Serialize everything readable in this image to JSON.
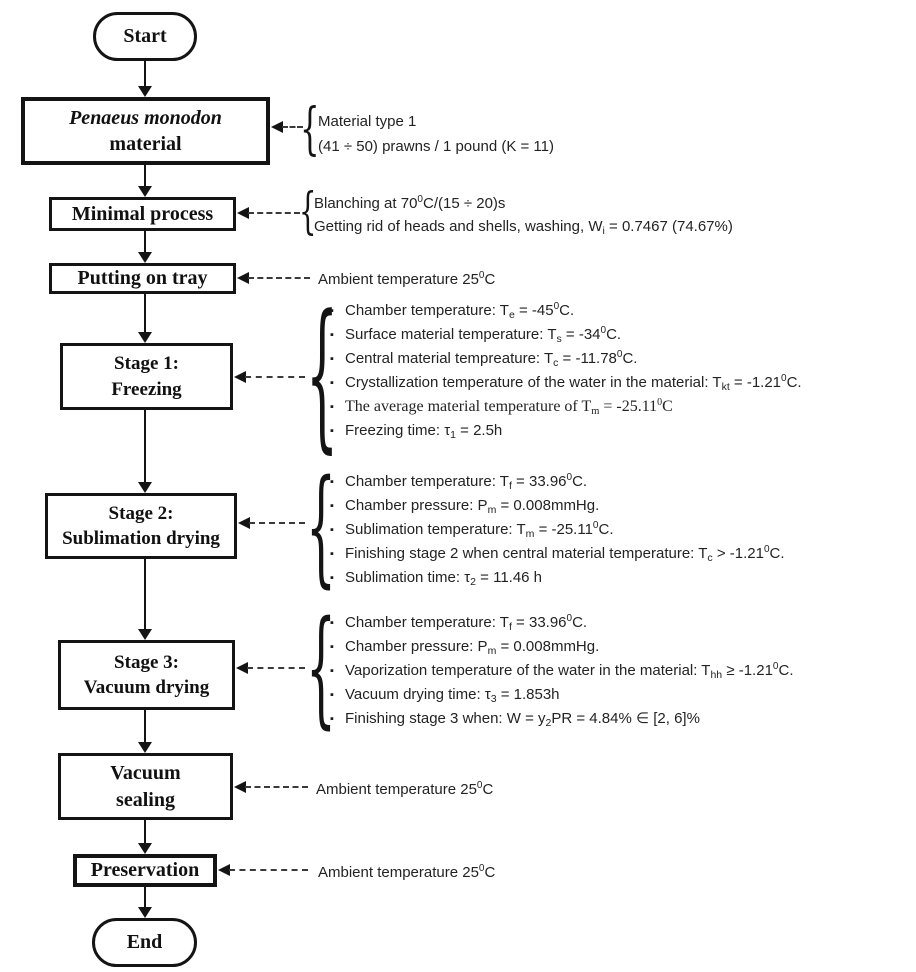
{
  "ui": {
    "bullet": "▪",
    "brace": "{"
  },
  "nodes": {
    "start": {
      "label": "Start"
    },
    "material": {
      "line1": "Penaeus monodon",
      "line2": "material"
    },
    "minimal": {
      "label": "Minimal process"
    },
    "tray": {
      "label": "Putting on tray"
    },
    "stage1": {
      "line1": "Stage 1:",
      "line2": "Freezing"
    },
    "stage2": {
      "line1": "Stage 2:",
      "line2": "Sublimation drying"
    },
    "stage3": {
      "line1": "Stage 3:",
      "line2": "Vacuum drying"
    },
    "sealing": {
      "line1": "Vacuum",
      "line2": "sealing"
    },
    "preservation": {
      "label": "Preservation"
    },
    "end": {
      "label": "End"
    }
  },
  "annotations": {
    "material": {
      "lines": [
        [
          {
            "t": "Material type 1"
          }
        ],
        [
          {
            "t": "(41 ÷ 50) prawns / 1 pound (K = 11)"
          }
        ]
      ]
    },
    "minimal": {
      "lines": [
        [
          {
            "t": "Blanching at 70"
          },
          {
            "sup": "0"
          },
          {
            "t": "C/(15 ÷ 20)s"
          }
        ],
        [
          {
            "t": "Getting rid of heads and shells, washing, W"
          },
          {
            "sub": "i"
          },
          {
            "t": " = 0.7467 (74.67%)"
          }
        ]
      ]
    },
    "tray": {
      "lines": [
        [
          {
            "t": "Ambient temperature 25"
          },
          {
            "sup": "0"
          },
          {
            "t": "C"
          }
        ]
      ]
    },
    "stage1": {
      "lines": [
        [
          {
            "t": "Chamber temperature: T"
          },
          {
            "sub": "e"
          },
          {
            "t": " = -45"
          },
          {
            "sup": "0"
          },
          {
            "t": "C."
          }
        ],
        [
          {
            "t": "Surface material temperature: T"
          },
          {
            "sub": "s"
          },
          {
            "t": " = -34"
          },
          {
            "sup": "0"
          },
          {
            "t": "C."
          }
        ],
        [
          {
            "t": "Central material tempreature: T"
          },
          {
            "sub": "c"
          },
          {
            "t": " = -11.78"
          },
          {
            "sup": "0"
          },
          {
            "t": "C."
          }
        ],
        [
          {
            "t": "Crystallization temperature of the water in the material: T"
          },
          {
            "sub": "kt"
          },
          {
            "t": " = -1.21"
          },
          {
            "sup": "0"
          },
          {
            "t": "C."
          }
        ],
        [
          {
            "t": "The average material temperature of T"
          },
          {
            "sub": "m"
          },
          {
            "t": " = -25.11"
          },
          {
            "sup": "0"
          },
          {
            "t": "C"
          }
        ],
        [
          {
            "t": "Freezing time: τ"
          },
          {
            "sub": "1"
          },
          {
            "t": " = 2.5h"
          }
        ]
      ]
    },
    "stage2": {
      "lines": [
        [
          {
            "t": "Chamber temperature: T"
          },
          {
            "sub": "f"
          },
          {
            "t": " = 33.96"
          },
          {
            "sup": "0"
          },
          {
            "t": "C."
          }
        ],
        [
          {
            "t": "Chamber pressure: P"
          },
          {
            "sub": "m"
          },
          {
            "t": " = 0.008mmHg."
          }
        ],
        [
          {
            "t": "Sublimation temperature: T"
          },
          {
            "sub": "m"
          },
          {
            "t": " = -25.11"
          },
          {
            "sup": "0"
          },
          {
            "t": "C."
          }
        ],
        [
          {
            "t": "Finishing stage 2 when central material temperature: T"
          },
          {
            "sub": "c"
          },
          {
            "t": " > -1.21"
          },
          {
            "sup": "0"
          },
          {
            "t": "C."
          }
        ],
        [
          {
            "t": "Sublimation time: τ"
          },
          {
            "sub": "2"
          },
          {
            "t": " = 11.46 h"
          }
        ]
      ]
    },
    "stage3": {
      "lines": [
        [
          {
            "t": "Chamber temperature: T"
          },
          {
            "sub": "f"
          },
          {
            "t": " = 33.96"
          },
          {
            "sup": "0"
          },
          {
            "t": "C."
          }
        ],
        [
          {
            "t": "Chamber pressure: P"
          },
          {
            "sub": "m"
          },
          {
            "t": " = 0.008mmHg."
          }
        ],
        [
          {
            "t": "Vaporization temperature of the water in the material: T"
          },
          {
            "sub": "hh"
          },
          {
            "t": " ≥ -1.21"
          },
          {
            "sup": "0"
          },
          {
            "t": "C."
          }
        ],
        [
          {
            "t": "Vacuum drying time: τ"
          },
          {
            "sub": "3"
          },
          {
            "t": " = 1.853h"
          }
        ],
        [
          {
            "t": "Finishing stage 3 when: W = y"
          },
          {
            "sub": "2"
          },
          {
            "t": "PR = 4.84% ∈ [2, 6]%"
          }
        ]
      ]
    },
    "sealing": {
      "lines": [
        [
          {
            "t": "Ambient temperature 25"
          },
          {
            "sup": "0"
          },
          {
            "t": "C"
          }
        ]
      ]
    },
    "preservation": {
      "lines": [
        [
          {
            "t": "Ambient temperature 25"
          },
          {
            "sup": "0"
          },
          {
            "t": "C"
          }
        ]
      ]
    }
  }
}
